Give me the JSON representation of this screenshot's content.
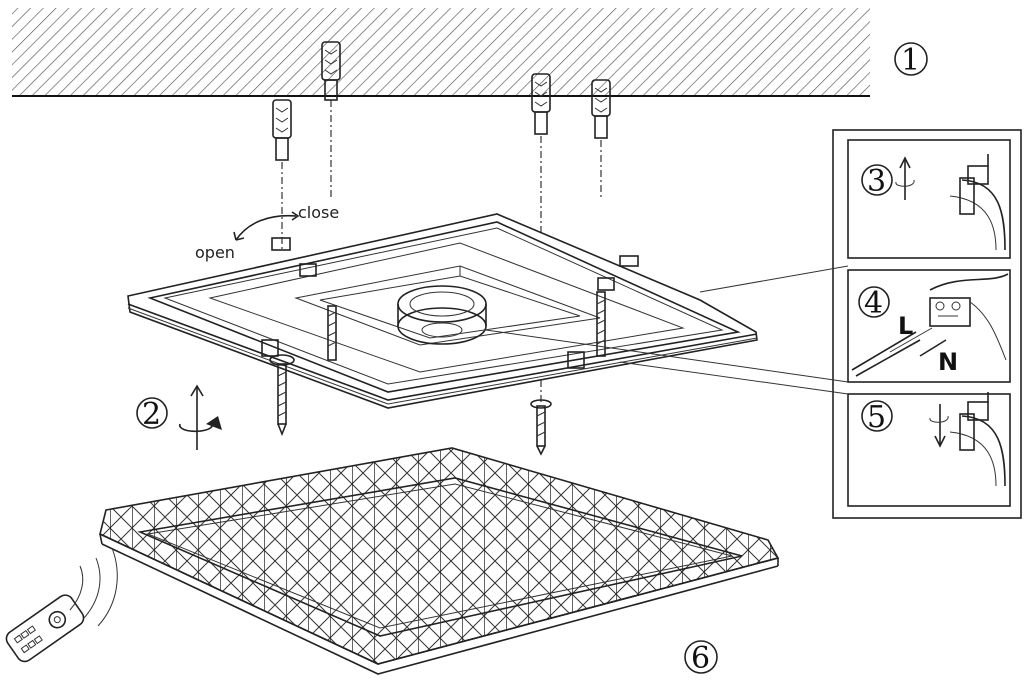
{
  "diagram": {
    "labels": {
      "close": "close",
      "open": "open",
      "live": "L",
      "neutral": "N"
    },
    "steps": [
      "1",
      "2",
      "3",
      "4",
      "5",
      "6"
    ]
  }
}
